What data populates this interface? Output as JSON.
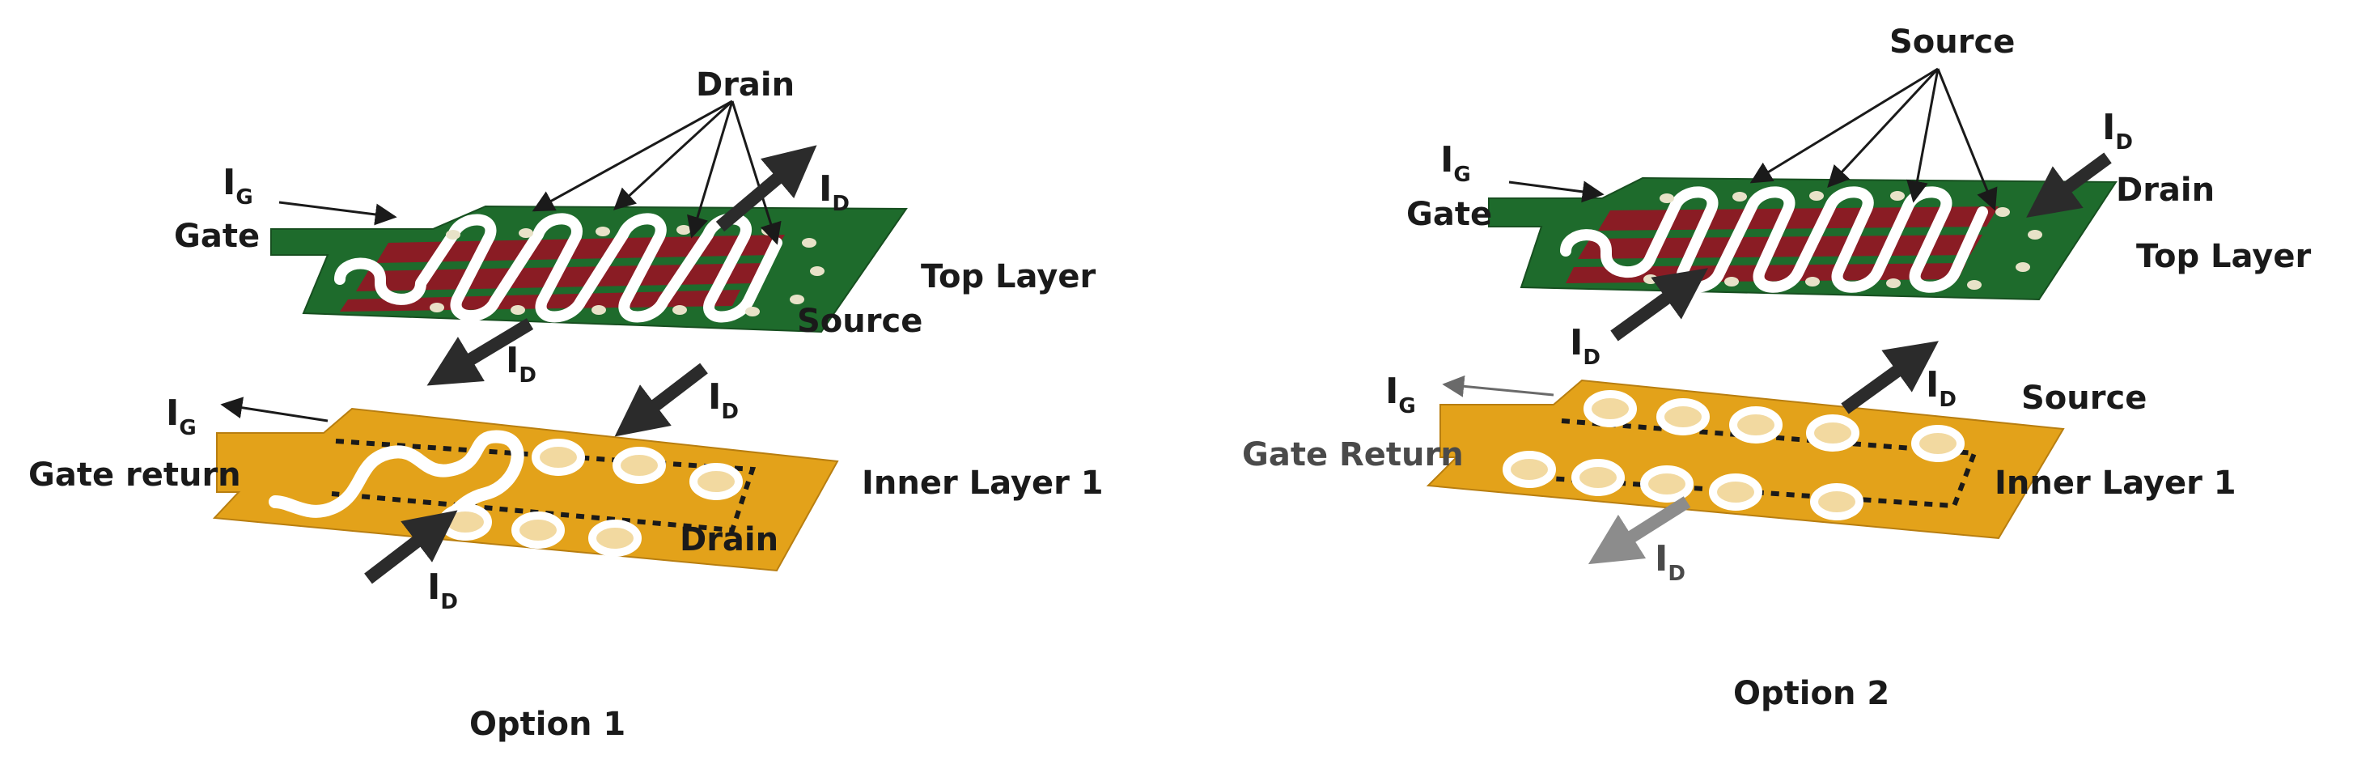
{
  "option1": {
    "caption": "Option 1",
    "drain_top": "Drain",
    "ig_top": "I",
    "ig_top_sub": "G",
    "gate": "Gate",
    "id_top_right": "I",
    "id_top_right_sub": "D",
    "top_layer": "Top Layer",
    "source": "Source",
    "id_left": "I",
    "id_left_sub": "D",
    "id_mid": "I",
    "id_mid_sub": "D",
    "ig_inner": "I",
    "ig_inner_sub": "G",
    "gate_return": "Gate return",
    "inner_layer": "Inner Layer 1",
    "drain_inner": "Drain",
    "id_bottom": "I",
    "id_bottom_sub": "D"
  },
  "option2": {
    "caption": "Option 2",
    "source_top": "Source",
    "ig_top": "I",
    "ig_top_sub": "G",
    "gate": "Gate",
    "id_top_right": "I",
    "id_top_right_sub": "D",
    "drain": "Drain",
    "top_layer": "Top Layer",
    "id_left": "I",
    "id_left_sub": "D",
    "id_mid": "I",
    "id_mid_sub": "D",
    "source_inner": "Source",
    "ig_inner": "I",
    "ig_inner_sub": "G",
    "gate_return": "Gate Return",
    "inner_layer": "Inner Layer 1",
    "id_bottom": "I",
    "id_bottom_sub": "D"
  },
  "colors": {
    "top_layer": "#1e6b2c",
    "inner_layer": "#e3a21a",
    "trace_red": "#8a1c24",
    "arrow": "#2b2b2b",
    "arrow_grey": "#8c8c8c"
  }
}
